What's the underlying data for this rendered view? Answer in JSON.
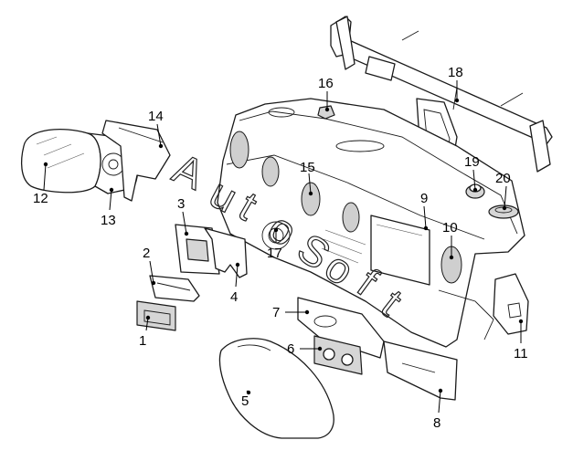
{
  "watermark": {
    "letters": [
      "A",
      "u",
      "t",
      "o",
      "S",
      "o",
      "f",
      "t"
    ]
  },
  "callouts": [
    {
      "id": "1",
      "label": "1"
    },
    {
      "id": "2",
      "label": "2"
    },
    {
      "id": "3",
      "label": "3"
    },
    {
      "id": "4",
      "label": "4"
    },
    {
      "id": "5",
      "label": "5"
    },
    {
      "id": "6",
      "label": "6"
    },
    {
      "id": "7",
      "label": "7"
    },
    {
      "id": "8",
      "label": "8"
    },
    {
      "id": "9",
      "label": "9"
    },
    {
      "id": "10",
      "label": "10"
    },
    {
      "id": "11",
      "label": "11"
    },
    {
      "id": "12",
      "label": "12"
    },
    {
      "id": "13",
      "label": "13"
    },
    {
      "id": "14",
      "label": "14"
    },
    {
      "id": "15",
      "label": "15"
    },
    {
      "id": "16",
      "label": "16"
    },
    {
      "id": "17",
      "label": "17"
    },
    {
      "id": "18",
      "label": "18"
    },
    {
      "id": "19",
      "label": "19"
    },
    {
      "id": "20",
      "label": "20"
    }
  ]
}
